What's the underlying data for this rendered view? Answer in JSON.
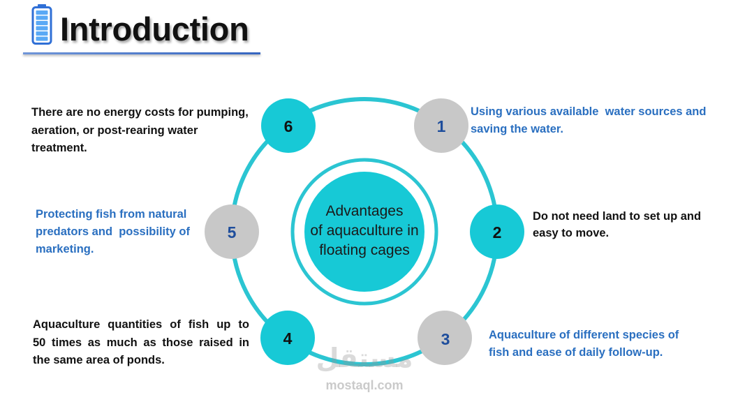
{
  "title": "Introduction",
  "icons": {
    "title_icon": "battery-icon"
  },
  "colors": {
    "teal": "#17c9d6",
    "ring": "#2bc5d2",
    "gray": "#c8c8c8",
    "blue_text": "#2a6fc0",
    "dark_text": "#111111",
    "underline": "#3565c0"
  },
  "center": {
    "lines": [
      "Advantages",
      "of aquaculture in",
      "floating cages"
    ]
  },
  "items": [
    {
      "number": "1",
      "circle_color": "#c8c8c8",
      "lines": [
        "Using various available  water sources and",
        "saving the water."
      ]
    },
    {
      "number": "2",
      "circle_color": "#17c9d6",
      "lines": [
        "Do not need land to set up and",
        "easy to move."
      ]
    },
    {
      "number": "3",
      "circle_color": "#c8c8c8",
      "lines": [
        "Aquaculture of different species of",
        "fish and ease of daily follow-up."
      ]
    },
    {
      "number": "4",
      "circle_color": "#17c9d6",
      "lines": [
        "Aquaculture quantities of fish up to",
        "50 times as much as those raised in",
        "the same area of ponds."
      ]
    },
    {
      "number": "5",
      "circle_color": "#c8c8c8",
      "lines": [
        "Protecting fish from natural",
        "predators and  possibility of",
        "marketing."
      ]
    },
    {
      "number": "6",
      "circle_color": "#17c9d6",
      "lines": [
        "There are no energy costs for pumping,",
        "aeration, or post-rearing water",
        "treatment."
      ]
    }
  ],
  "watermark": {
    "logo": "مستقل",
    "site": "mostaql.com"
  }
}
